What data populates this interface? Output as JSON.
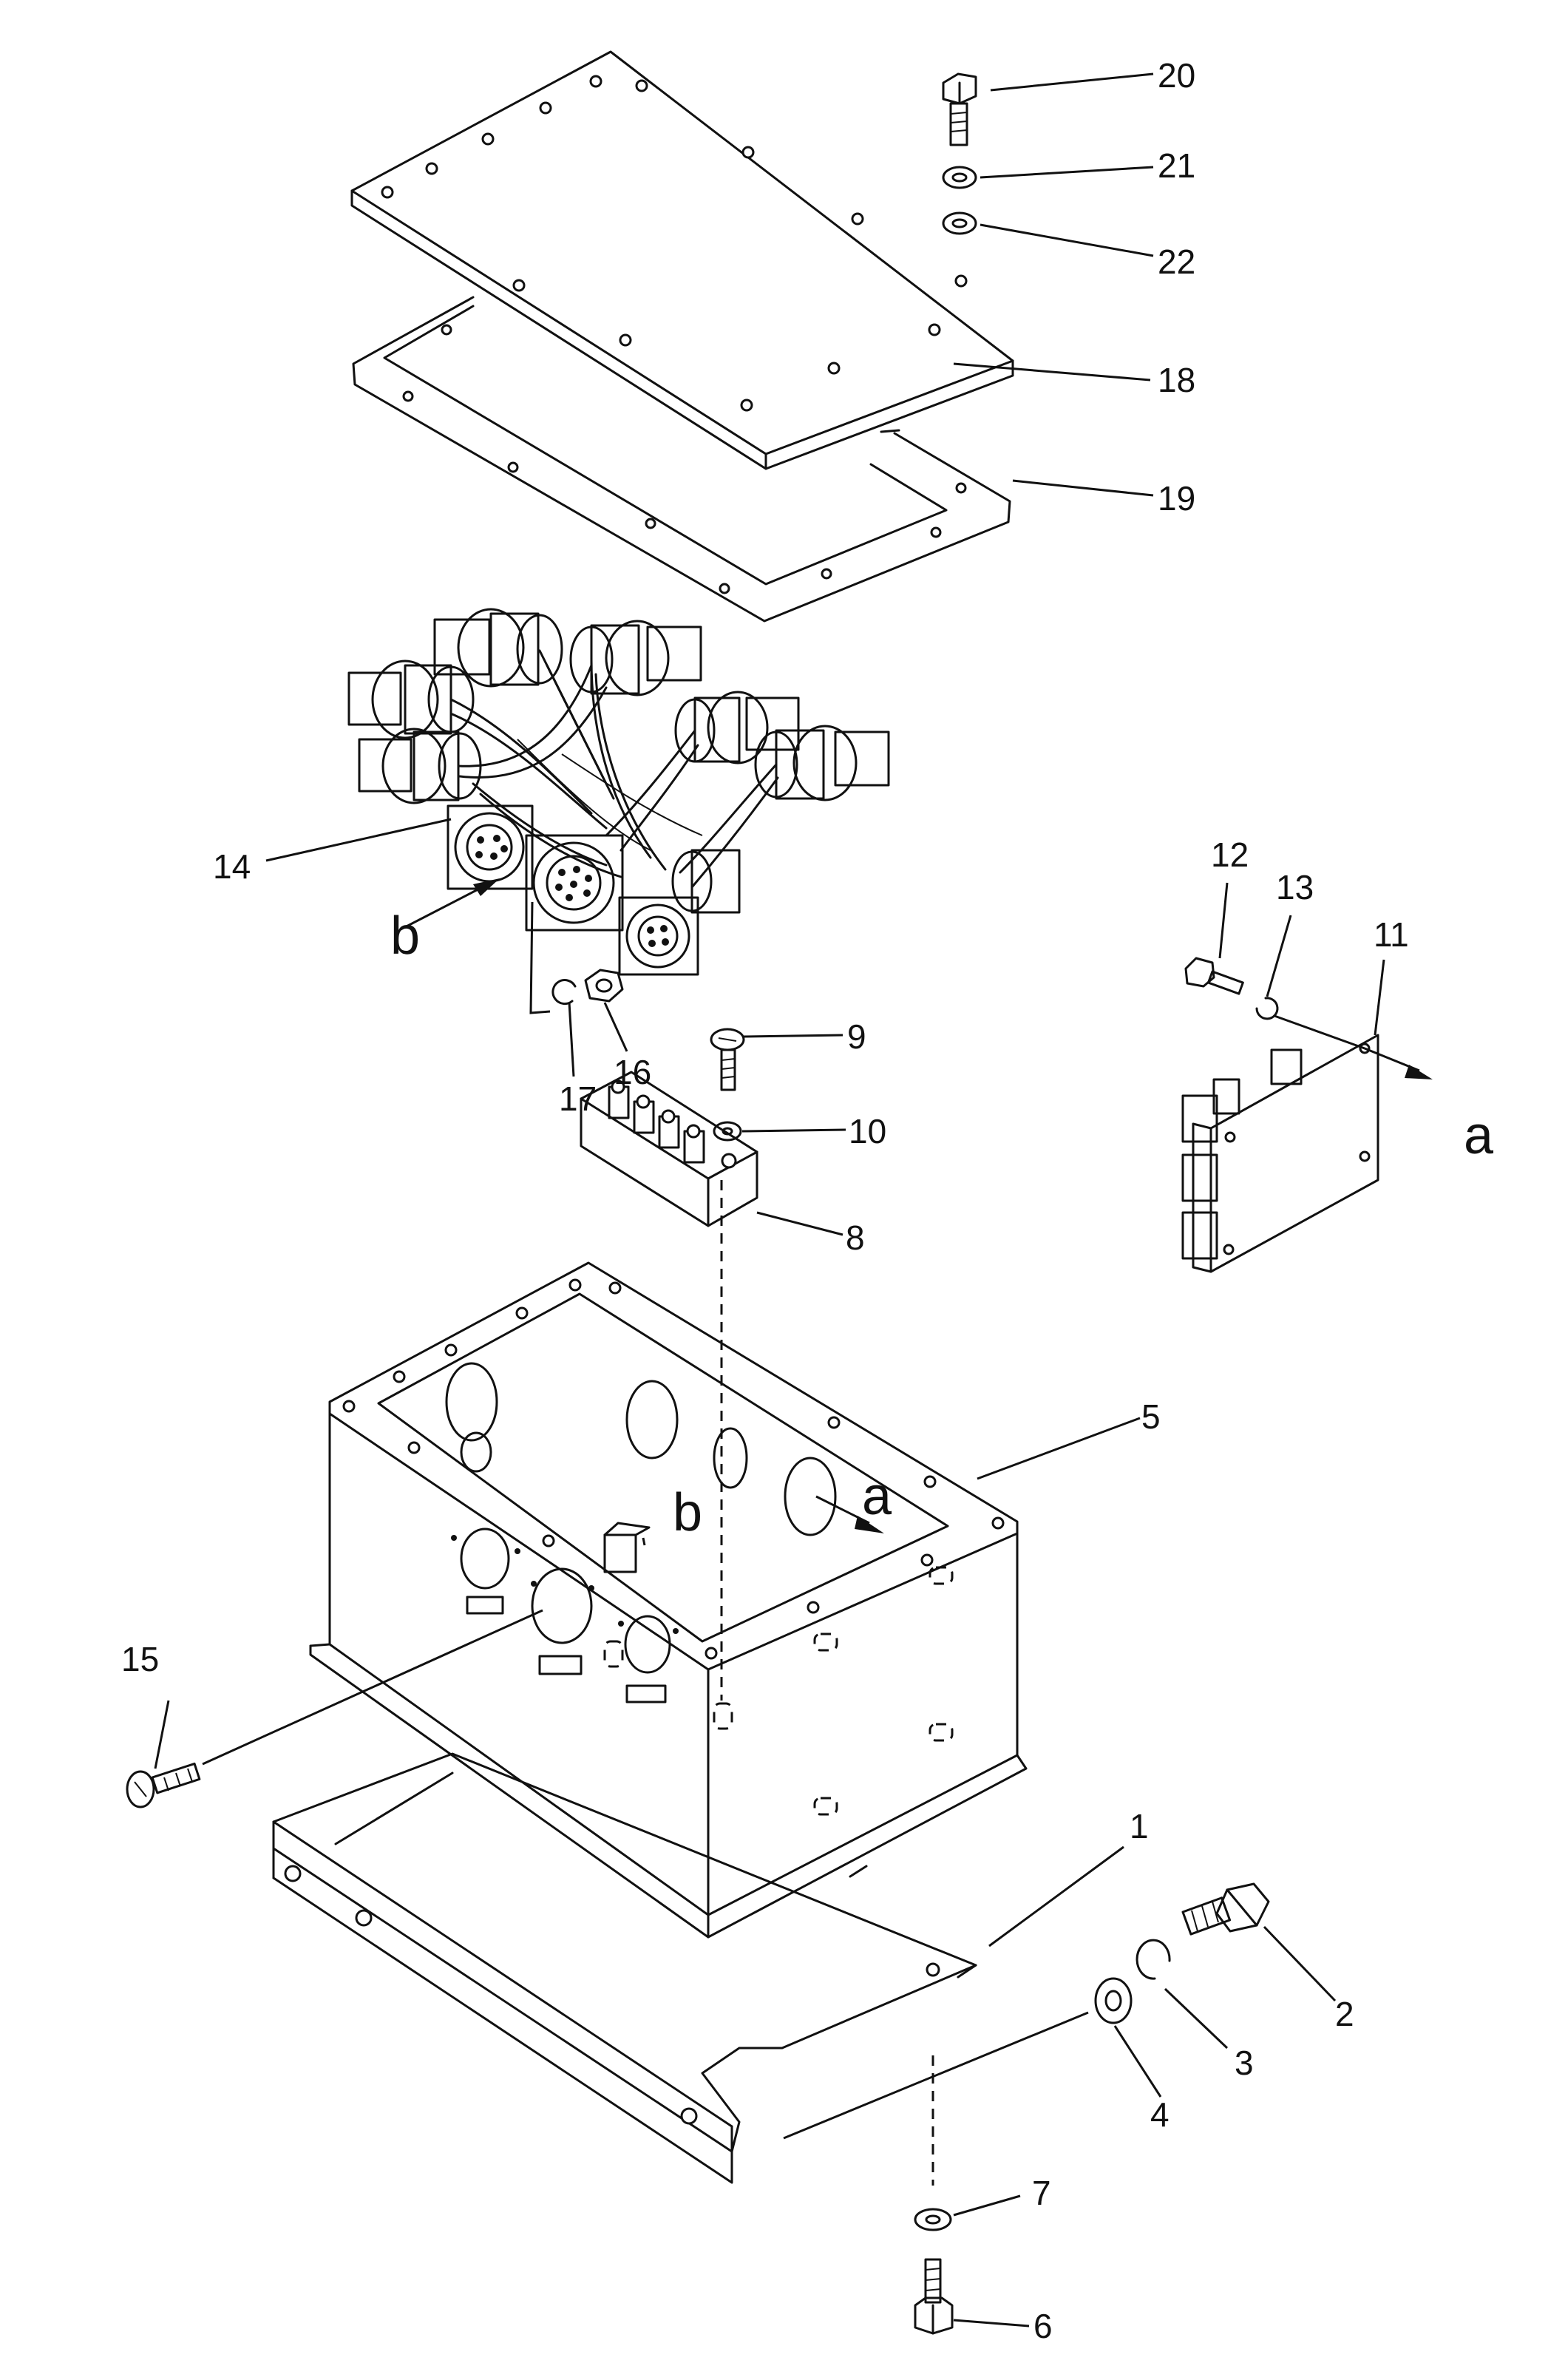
{
  "callouts": {
    "c1": "1",
    "c2": "2",
    "c3": "3",
    "c4": "4",
    "c5": "5",
    "c6": "6",
    "c7": "7",
    "c8": "8",
    "c9": "9",
    "c10": "10",
    "c11": "11",
    "c12": "12",
    "c13": "13",
    "c14": "14",
    "c15": "15",
    "c16": "16",
    "c17": "17",
    "c18": "18",
    "c19": "19",
    "c20": "20",
    "c21": "21",
    "c22": "22"
  },
  "view_markers": {
    "a_right": "a",
    "b_left": "b",
    "a_box": "a",
    "b_box": "b"
  }
}
